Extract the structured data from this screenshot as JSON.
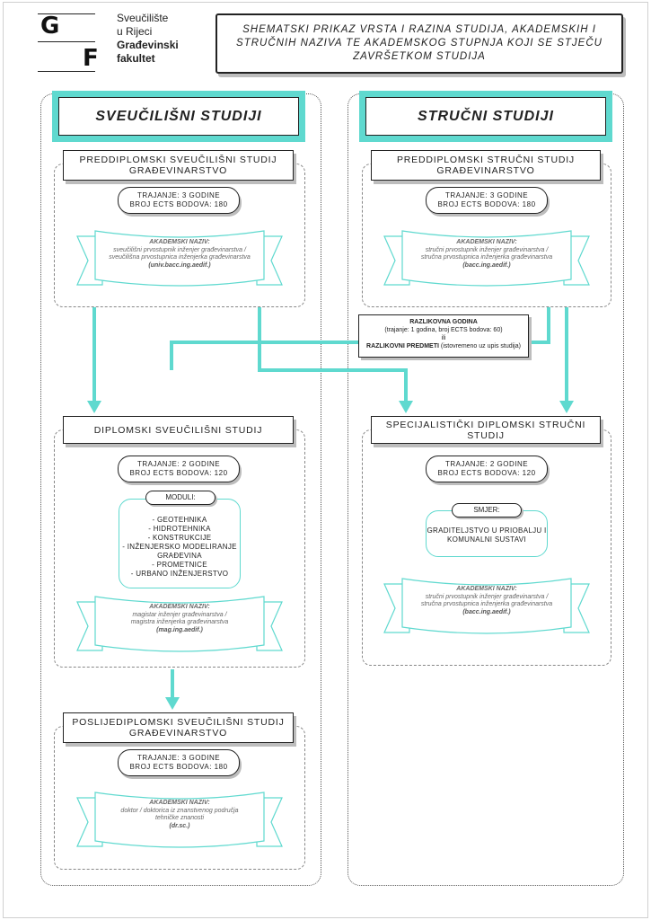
{
  "logo": {
    "letter_g": "G",
    "letter_f": "F",
    "line1": "Sveučilište",
    "line2": "u Rijeci",
    "line3": "Građevinski",
    "line4": "fakultet"
  },
  "header": {
    "title": "Shematski prikaz vrsta i razina studija, akademskih i stručnih naziva te akademskog stupnja koji se stječu završetkom studija"
  },
  "left_column": {
    "title": "Sveučilišni studiji",
    "undergrad": {
      "title_l1": "Preddiplomski sveučilišni studij",
      "title_l2": "Građevinarstvo",
      "duration": "Trajanje: 3 godine",
      "ects": "Broj ECTS bodova: 180",
      "academic_title_label": "AKADEMSKI NAZIV:",
      "academic_title_l1": "sveučilišni prvostupnik inženjer građevinarstva /",
      "academic_title_l2": "sveučilišna prvostupnica inženjerka građevinarstva",
      "academic_abbr": "(univ.bacc.ing.aedif.)"
    },
    "graduate": {
      "title": "Diplomski sveučilišni studij",
      "duration": "Trajanje: 2 godine",
      "ects": "Broj ECTS bodova: 120",
      "modules_label": "Moduli:",
      "modules": [
        "- Geotehnika",
        "- Hidrotehnika",
        "- Konstrukcije",
        "- Inženjersko modeliranje",
        "građevina",
        "- Prometnice",
        "- Urbano inženjerstvo"
      ],
      "academic_title_label": "AKADEMSKI NAZIV:",
      "academic_title_l1": "magistar inženjer građevinarstva /",
      "academic_title_l2": "magistra inženjerka građevinarstva",
      "academic_abbr": "(mag.ing.aedif.)"
    },
    "postgrad": {
      "title_l1": "Poslijediplomski sveučilišni studij",
      "title_l2": "Građevinarstvo",
      "duration": "Trajanje: 3 godine",
      "ects": "Broj ECTS bodova: 180",
      "academic_title_label": "AKADEMSKI NAZIV:",
      "academic_title_l1": "doktor / doktorica iz znanstvenog područja",
      "academic_title_l2": "tehničke znanosti",
      "academic_abbr": "(dr.sc.)"
    }
  },
  "right_column": {
    "title": "Stručni studiji",
    "undergrad": {
      "title_l1": "Preddiplomski stručni studij",
      "title_l2": "Građevinarstvo",
      "duration": "Trajanje: 3 godine",
      "ects": "Broj ECTS bodova: 180",
      "academic_title_label": "AKADEMSKI NAZIV:",
      "academic_title_l1": "stručni prvostupnik inženjer građevinarstva /",
      "academic_title_l2": "stručna prvostupnica inženjerka građevinarstva",
      "academic_abbr": "(bacc.ing.aedif.)"
    },
    "specialist": {
      "title": "Specijalistički diplomski stručni studij",
      "duration": "Trajanje: 2 godine",
      "ects": "Broj ECTS bodova: 120",
      "track_label": "Smjer:",
      "track_l1": "Graditeljstvo u priobalju i",
      "track_l2": "komunalni sustavi",
      "academic_title_label": "AKADEMSKI NAZIV:",
      "academic_title_l1": "stručni prvostupnik inženjer građevinarstva /",
      "academic_title_l2": "stručna prvostupnica inženjerka građevinarstva",
      "academic_abbr": "(bacc.ing.aedif.)"
    }
  },
  "bridge": {
    "line1": "RAZLIKOVNA GODINA",
    "line2": "(trajanje: 1 godina, broj ECTS bodova: 60)",
    "line3": "ili",
    "line4_bold": "RAZLIKOVNI PREDMETI",
    "line4_rest": " (istovremeno uz upis studija)"
  },
  "colors": {
    "accent": "#5fd9cf",
    "border": "#222222",
    "shadow": "#bdbdbd"
  }
}
